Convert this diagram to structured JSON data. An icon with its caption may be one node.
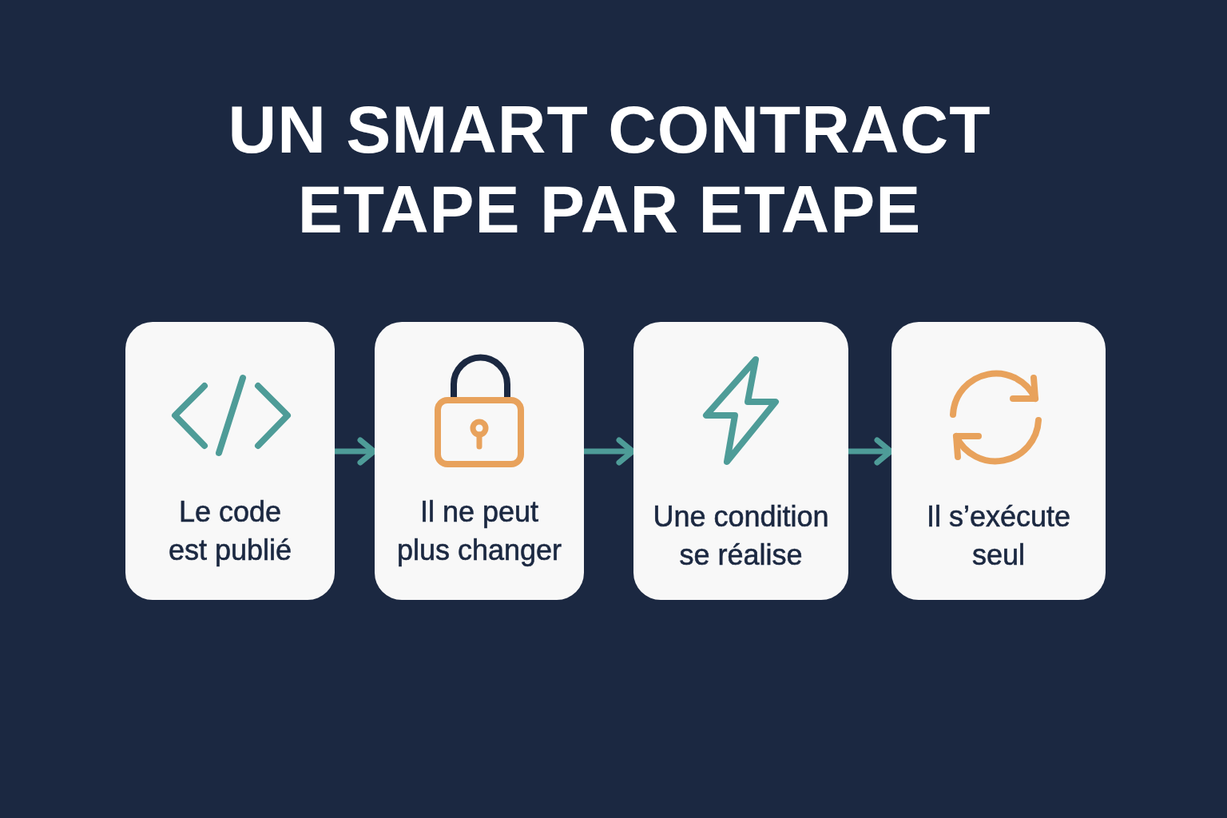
{
  "diagram": {
    "title": "UN SMART CONTRACT ETAPE PAR ETAPE",
    "nodes": [
      {
        "text": [
          "Le code est publié"
        ]
      },
      {
        "text": [
          "Il ne peut plus changer"
        ]
      },
      {
        "text": [
          "Une condition se réalise"
        ]
      },
      {
        "text": [
          "Il s’exécute seul"
        ]
      }
    ],
    "edges": [
      {
        "from": 0,
        "to": 1,
        "arrow": "to"
      },
      {
        "from": 1,
        "to": 2,
        "arrow": "to"
      },
      {
        "from": 2,
        "to": 3,
        "arrow": "to"
      }
    ]
  }
}
